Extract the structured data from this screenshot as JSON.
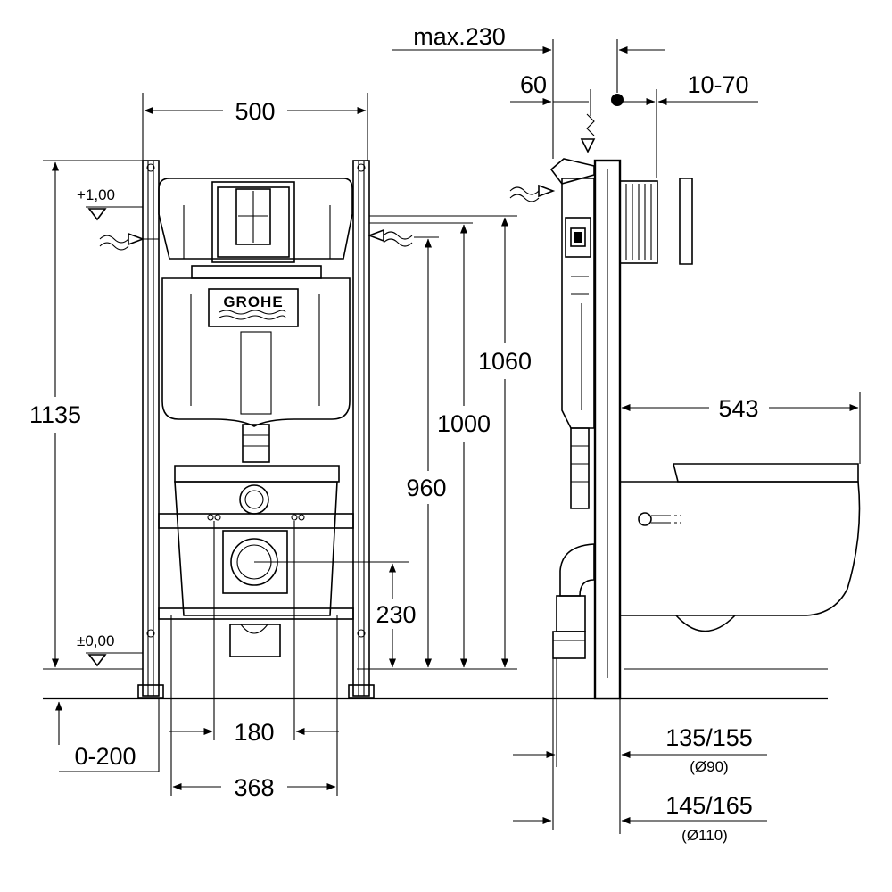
{
  "front_view": {
    "width_label": "500",
    "total_height_label": "1135",
    "height_1060_label": "1060",
    "height_1000_label": "1000",
    "height_960_label": "960",
    "height_230_label": "230",
    "bolt_spacing_label": "180",
    "bowl_width_label": "368",
    "floor_offset_label": "0-200",
    "level_top_label": "+1,00",
    "level_bottom_label": "±0,00",
    "brand_label": "GROHE"
  },
  "side_view": {
    "max_depth_label": "max.230",
    "inlet_offset_label": "60",
    "wall_range_label": "10-70",
    "projection_label": "543",
    "drain_90_label": "135/155",
    "drain_90_diameter": "(Ø90)",
    "drain_110_label": "145/165",
    "drain_110_diameter": "(Ø110)"
  }
}
